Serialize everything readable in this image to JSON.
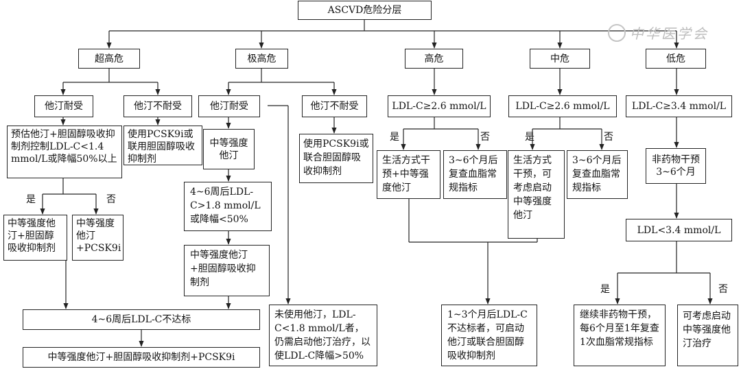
{
  "root": "ASCVD危险分层",
  "watermark": "中华医学会",
  "levels": {
    "very_high": "超高危",
    "extreme_high": "极高危",
    "high": "高危",
    "mid": "中危",
    "low": "低危"
  },
  "very_high": {
    "statin_tolerant": "他汀耐受",
    "statin_intolerant": "他汀不耐受",
    "predicted": "预估他汀+胆固醇吸收抑制剂控制LDL-C<1.4 mmol/L或降幅50%以上",
    "intolerant_action": "使用PCSK9i或联用胆固醇吸收抑制剂",
    "yes": "是",
    "no": "否",
    "yes_action": "中等强度他汀+胆固醇吸收抑制剂",
    "no_action": "中等强度他汀+PCSK9i",
    "not_reached": "4~6周后LDL-C不达标",
    "final": "中等强度他汀+胆固醇吸收抑制剂+PCSK9i"
  },
  "extreme_high": {
    "statin_tolerant": "他汀耐受",
    "statin_intolerant": "他汀不耐受",
    "moderate_statin": "中等强度他汀",
    "check": "4~6周后LDL-C>1.8 mmol/L或降幅<50%",
    "combo": "中等强度他汀+胆固醇吸收抑制剂",
    "intolerant_action": "使用PCSK9i或联合胆固醇吸收抑制剂",
    "untreated": "未使用他汀，LDL-C<1.8 mmol/L者，仍需启动他汀治疗，以使LDL-C降幅>50%"
  },
  "high": {
    "criterion": "LDL-C≥2.6 mmol/L",
    "yes": "是",
    "no": "否",
    "yes_action": "生活方式干预+中等强度他汀",
    "no_action": "3~6个月后复查血脂常规指标",
    "followup": "1~3个月后LDL-C不达标者，可启动他汀或联合胆固醇吸收抑制剂"
  },
  "mid": {
    "criterion": "LDL-C≥2.6 mmol/L",
    "yes": "是",
    "no": "否",
    "yes_action": "生活方式干预，可考虑启动中等强度他汀",
    "no_action": "3~6个月后复查血脂常规指标"
  },
  "low": {
    "criterion": "LDL-C≥3.4 mmol/L",
    "nondrug": "非药物干预3~6个月",
    "target": "LDL<3.4 mmol/L",
    "yes": "是",
    "no": "否",
    "yes_action": "继续非药物干预，每6个月至1年复查1次血脂常规指标",
    "no_action": "可考虑启动中等强度他汀治疗"
  }
}
